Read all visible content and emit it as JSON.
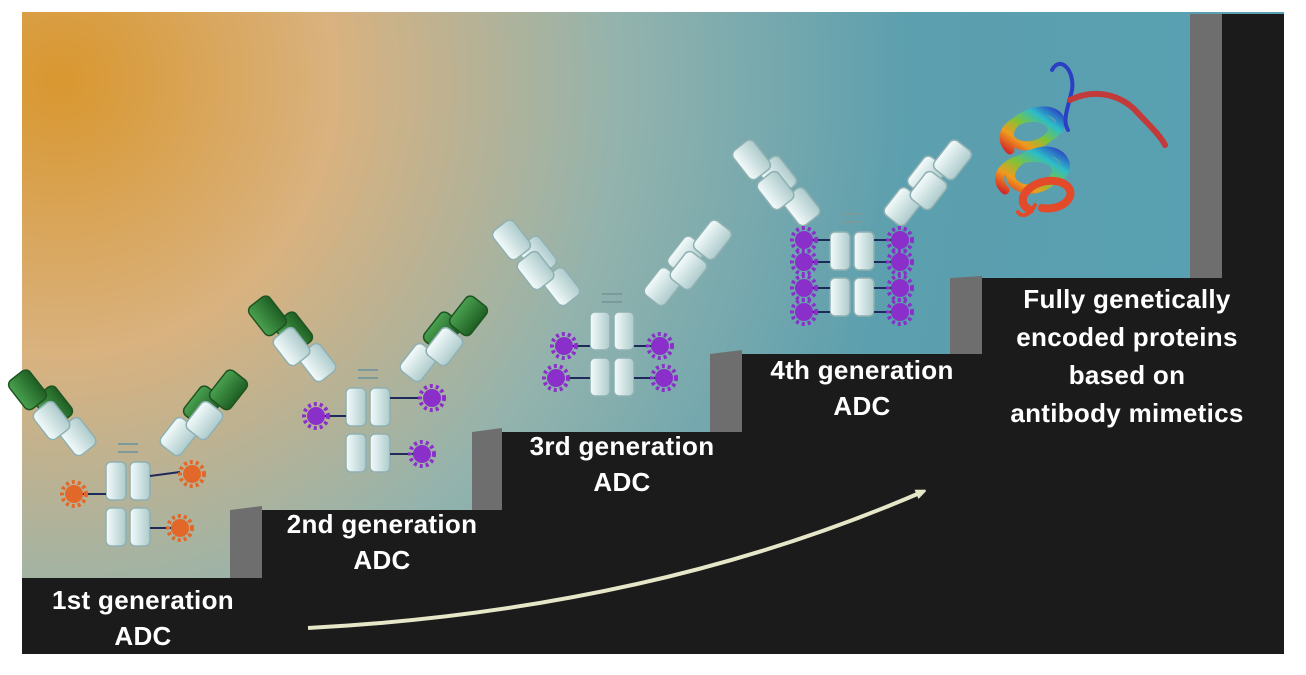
{
  "steps": [
    {
      "line1": "1st generation",
      "line2": "ADC",
      "payload_color": "#e2682a"
    },
    {
      "line1": "2nd generation",
      "line2": "ADC",
      "payload_color": "#8a2fc9"
    },
    {
      "line1": "3rd generation",
      "line2": "ADC",
      "payload_color": "#8a2fc9"
    },
    {
      "line1": "4th generation",
      "line2": "ADC",
      "payload_color": "#8a2fc9"
    }
  ],
  "final_step": {
    "line1": "Fully genetically",
    "line2": "encoded proteins",
    "line3": "based on",
    "line4": "antibody mimetics"
  },
  "colors": {
    "stairs": "#1b1b1b",
    "riser": "#6e6e6e",
    "background_warm": "#d8a45a",
    "background_cool": "#5e9fae",
    "antibody_light": "#dfeeee",
    "cdr_green": "#2f7a32",
    "arrow": "#e6e6c8"
  }
}
